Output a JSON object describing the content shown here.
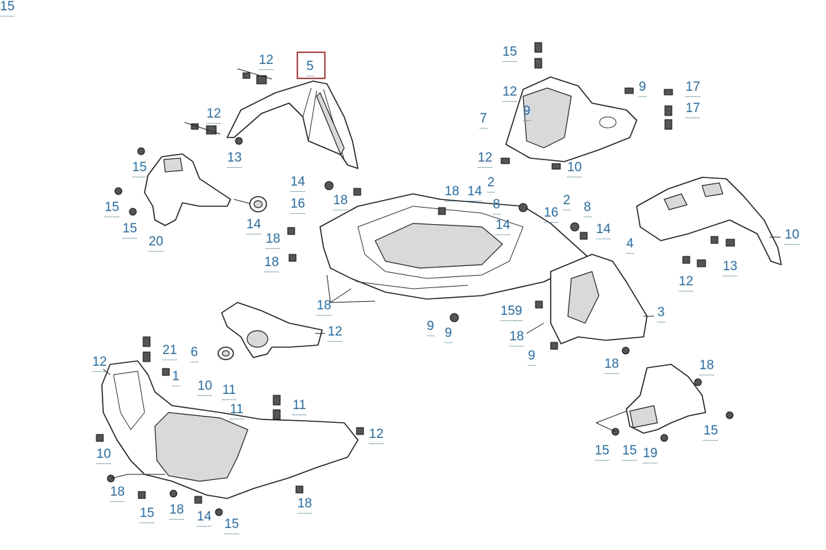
{
  "diagram": {
    "highlighted_callout": "5",
    "highlight_color": "#dd3333",
    "callout_color": "#1f6fb5",
    "callouts": [
      {
        "label": "12"
      },
      {
        "label": "5"
      },
      {
        "label": "12"
      },
      {
        "label": "13"
      },
      {
        "label": "15"
      },
      {
        "label": "15"
      },
      {
        "label": "15"
      },
      {
        "label": "20"
      },
      {
        "label": "14"
      },
      {
        "label": "14"
      },
      {
        "label": "16"
      },
      {
        "label": "18"
      },
      {
        "label": "18"
      },
      {
        "label": "18"
      },
      {
        "label": "18"
      },
      {
        "label": "14"
      },
      {
        "label": "2"
      },
      {
        "label": "8"
      },
      {
        "label": "14"
      },
      {
        "label": "16"
      },
      {
        "label": "2"
      },
      {
        "label": "8"
      },
      {
        "label": "14"
      },
      {
        "label": "18"
      },
      {
        "label": "9"
      },
      {
        "label": "9"
      },
      {
        "label": "15"
      },
      {
        "label": "9"
      },
      {
        "label": "18"
      },
      {
        "label": "3"
      },
      {
        "label": "9"
      },
      {
        "label": "18"
      },
      {
        "label": "15"
      },
      {
        "label": "12"
      },
      {
        "label": "7"
      },
      {
        "label": "9"
      },
      {
        "label": "9"
      },
      {
        "label": "17"
      },
      {
        "label": "17"
      },
      {
        "label": "12"
      },
      {
        "label": "10"
      },
      {
        "label": "10"
      },
      {
        "label": "4"
      },
      {
        "label": "13"
      },
      {
        "label": "12"
      },
      {
        "label": "12"
      },
      {
        "label": "6"
      },
      {
        "label": "21"
      },
      {
        "label": "12"
      },
      {
        "label": "1"
      },
      {
        "label": "10"
      },
      {
        "label": "11"
      },
      {
        "label": "11"
      },
      {
        "label": "11"
      },
      {
        "label": "12"
      },
      {
        "label": "10"
      },
      {
        "label": "18"
      },
      {
        "label": "15"
      },
      {
        "label": "18"
      },
      {
        "label": "14"
      },
      {
        "label": "18"
      },
      {
        "label": "15"
      },
      {
        "label": "18"
      },
      {
        "label": "15"
      },
      {
        "label": "15"
      },
      {
        "label": "15"
      },
      {
        "label": "19"
      },
      {
        "label": "15"
      }
    ]
  }
}
